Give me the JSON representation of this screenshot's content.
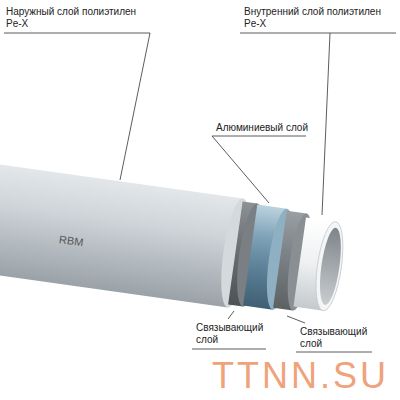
{
  "diagram": {
    "labels": [
      "Наружный слой полиэтилен Pe-X",
      "Внутренний слой полиэтилен Pe-X",
      "Алюминиевый слой",
      "Связывающий слой",
      "Связывающий слой",
      "RBM",
      "TTNN.SU"
    ]
  }
}
